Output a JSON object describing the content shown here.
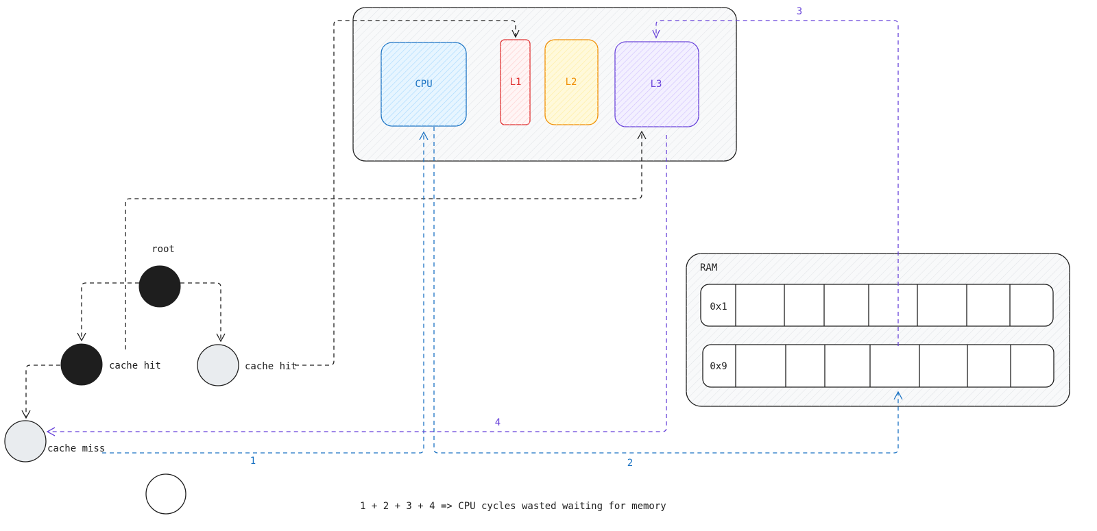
{
  "colors": {
    "stroke": "#1e1e1e",
    "cpu": "#1971c2",
    "l1": "#e03131",
    "l2": "#f08c00",
    "l3": "#6741d9",
    "flow_blue": "#1971c2",
    "flow_purple": "#6741d9",
    "node_dark": "#1e1e1e",
    "node_light": "#e9ecef"
  },
  "chip": {
    "cpu_label": "CPU",
    "l1_label": "L1",
    "l2_label": "L2",
    "l3_label": "L3"
  },
  "ram": {
    "label": "RAM",
    "rows": [
      {
        "address": "0x1"
      },
      {
        "address": "0x9"
      }
    ]
  },
  "tree": {
    "root_label": "root",
    "left_child_label": "cache hit",
    "right_child_label": "cache hit",
    "leaf_label": "cache miss"
  },
  "steps": {
    "step1": "1",
    "step2": "2",
    "step3": "3",
    "step4": "4"
  },
  "caption": "1 + 2 + 3 + 4 => CPU cycles wasted waiting for memory"
}
